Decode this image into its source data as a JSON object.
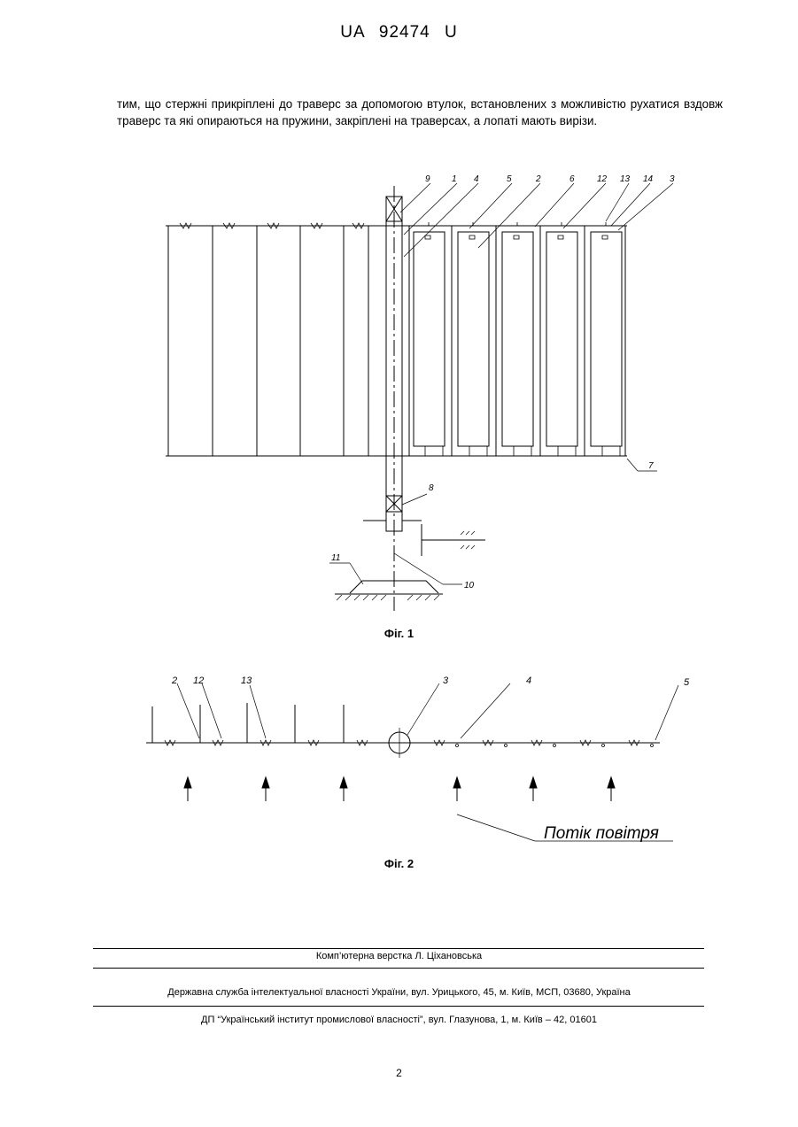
{
  "header": {
    "doc_id": "UA   92474   U"
  },
  "body": {
    "paragraph": "тим, що стержні прикріплені до траверс за допомогою втулок, встановлених з можливістю рухатися вздовж траверс та які опираються на пружини, закріплені на траверсах, а лопаті мають вирізи."
  },
  "figure1": {
    "caption": "Фіг. 1",
    "labels": [
      "9",
      "1",
      "4",
      "5",
      "2",
      "6",
      "12",
      "13",
      "14",
      "3",
      "7",
      "8",
      "11",
      "10"
    ]
  },
  "figure2": {
    "caption": "Фіг. 2",
    "labels": [
      "2",
      "12",
      "13",
      "3",
      "4",
      "5"
    ],
    "airflow_label": "Потік повітря"
  },
  "footer": {
    "layout": "Комп’ютерна верстка Л. Ціхановська",
    "agency": "Державна служба інтелектуальної власності України, вул. Урицького, 45, м. Київ, МСП, 03680, Україна",
    "institute": "ДП “Український інститут промислової власності”, вул. Глазунова, 1, м. Київ – 42, 01601"
  },
  "page_number": "2"
}
